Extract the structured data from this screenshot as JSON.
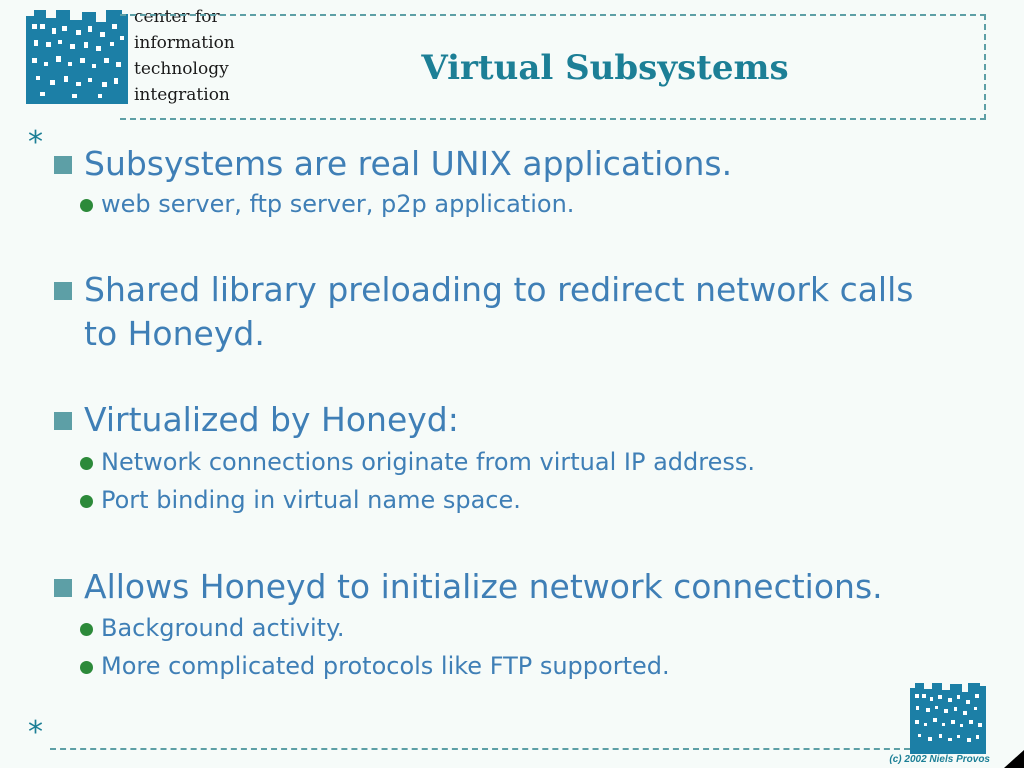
{
  "header": {
    "logo_lines": [
      "center for",
      "information",
      "technology",
      "integration"
    ],
    "title": "Virtual Subsystems"
  },
  "markers": {
    "star": "*"
  },
  "bullets": [
    {
      "text": "Subsystems are real UNIX applications.",
      "subs": [
        "web server, ftp server, p2p application."
      ]
    },
    {
      "text_line1": "Shared library preloading to redirect network calls",
      "text_line2": "to Honeyd."
    },
    {
      "text": "Virtualized by Honeyd:",
      "subs": [
        "Network connections originate from virtual IP address.",
        "Port binding in virtual name space."
      ]
    },
    {
      "text": "Allows Honeyd to initialize network connections.",
      "subs": [
        "Background activity.",
        "More complicated protocols like FTP supported."
      ]
    }
  ],
  "footer": {
    "copyright": "(c) 2002 Niels Provos"
  },
  "colors": {
    "title": "#1c7f96",
    "bullet_text": "#3f7fb6",
    "square_bullet": "#5d9fa6",
    "dot_bullet": "#2c8a3a",
    "background": "#f6fbf9"
  }
}
